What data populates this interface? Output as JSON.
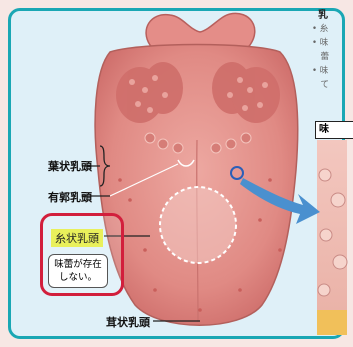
{
  "labels": {
    "yojo": "葉状乳頭",
    "yukaku": "有郭乳頭",
    "ito": "糸状乳頭",
    "ito_note_line1": "味蕾が存在",
    "ito_note_line2": "しない。",
    "jiyo": "茸状乳頭"
  },
  "right_panel": {
    "heading": "乳",
    "lines": [
      "• 糸",
      "• 味",
      "　蕾",
      "• 味",
      "　て"
    ],
    "box_label": "味"
  },
  "colors": {
    "frame": "#1aa7b4",
    "highlight_box": "#d21f3c",
    "label_highlight": "#e9f05b",
    "tongue": "#e48f8a",
    "arrow": "#4a90cf"
  }
}
